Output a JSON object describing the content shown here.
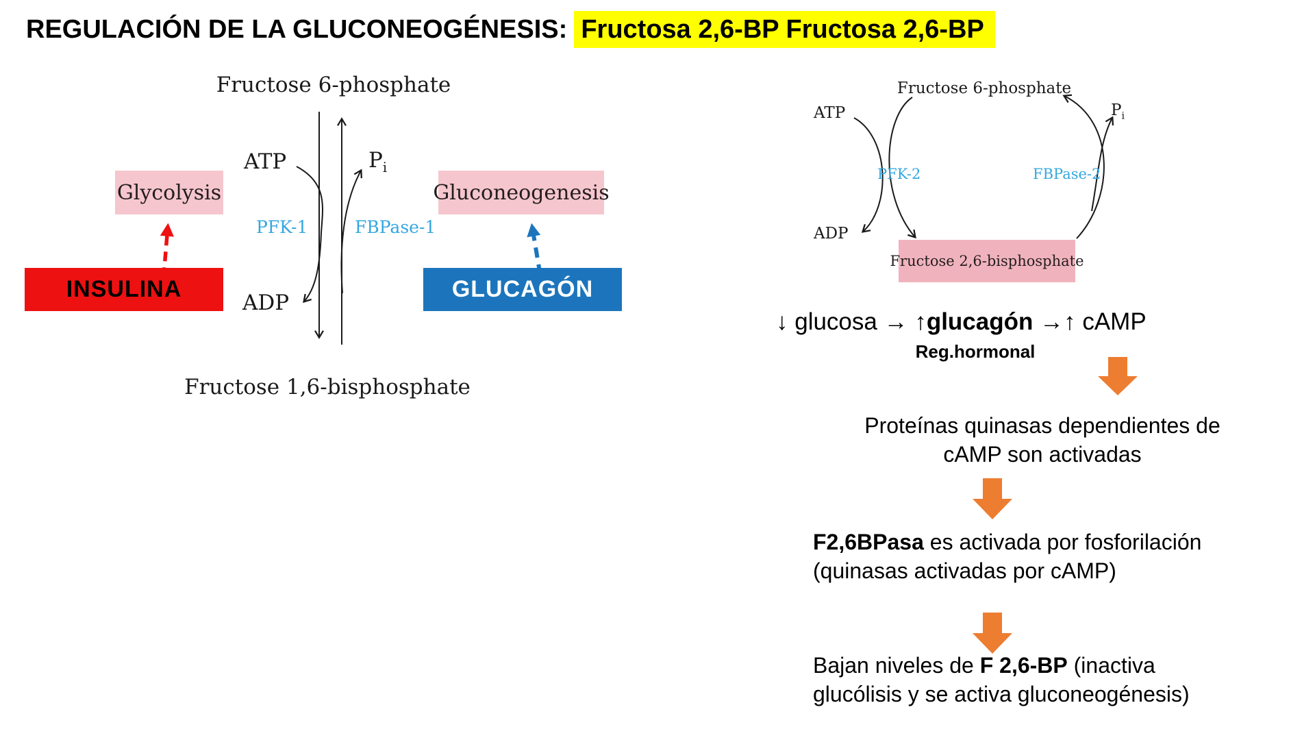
{
  "title": {
    "prefix": "REGULACIÓN DE LA GLUCONEOGÉNESIS:",
    "highlight": "Fructosa 2,6-BP Fructosa 2,6-BP"
  },
  "left_diagram": {
    "top_substrate": "Fructose 6-phosphate",
    "bottom_substrate": "Fructose 1,6-bisphosphate",
    "atp": "ATP",
    "adp": "ADP",
    "pi_base": "P",
    "pi_sub": "i",
    "enzyme_forward": "PFK-1",
    "enzyme_reverse": "FBPase-1",
    "pathway_left": "Glycolysis",
    "pathway_right": "Gluconeogenesis",
    "hormone_left": "INSULINA",
    "hormone_right": "GLUCAGÓN"
  },
  "right_diagram": {
    "top_substrate": "Fructose 6-phosphate",
    "product": "Fructose 2,6-bisphosphate",
    "atp": "ATP",
    "adp": "ADP",
    "pi_base": "P",
    "pi_sub": "i",
    "enzyme_forward": "PFK-2",
    "enzyme_reverse": "FBPase-2"
  },
  "cascade": {
    "trigger_pre": "↓ glucosa ",
    "trigger_arrow1": "→ ",
    "trigger_bold": "↑glucagón ",
    "trigger_arrow2": "→",
    "trigger_post": "↑ cAMP",
    "reg_note": "Reg.hormonal",
    "step1_line1": "Proteínas quinasas dependientes de",
    "step1_line2": "cAMP son activadas",
    "step2_bold": "F2,6BPasa",
    "step2_rest": " es activada por fosforilación",
    "step2_line2": "(quinasas activadas por cAMP)",
    "step3_pre": "Bajan niveles de ",
    "step3_bold": "F 2,6-BP",
    "step3_post": " (inactiva",
    "step3_line2": "glucólisis y se activa gluconeogénesis)"
  },
  "colors": {
    "title_highlight": "#ffff00",
    "pink_box": "#f5c6ce",
    "pink_box_deep": "#f0b3bd",
    "red_box": "#ee1111",
    "blue_box": "#1c75bc",
    "enzyme_blue": "#35a7df",
    "orange_arrow": "#ed7d31",
    "ink": "#1a1a1a"
  }
}
